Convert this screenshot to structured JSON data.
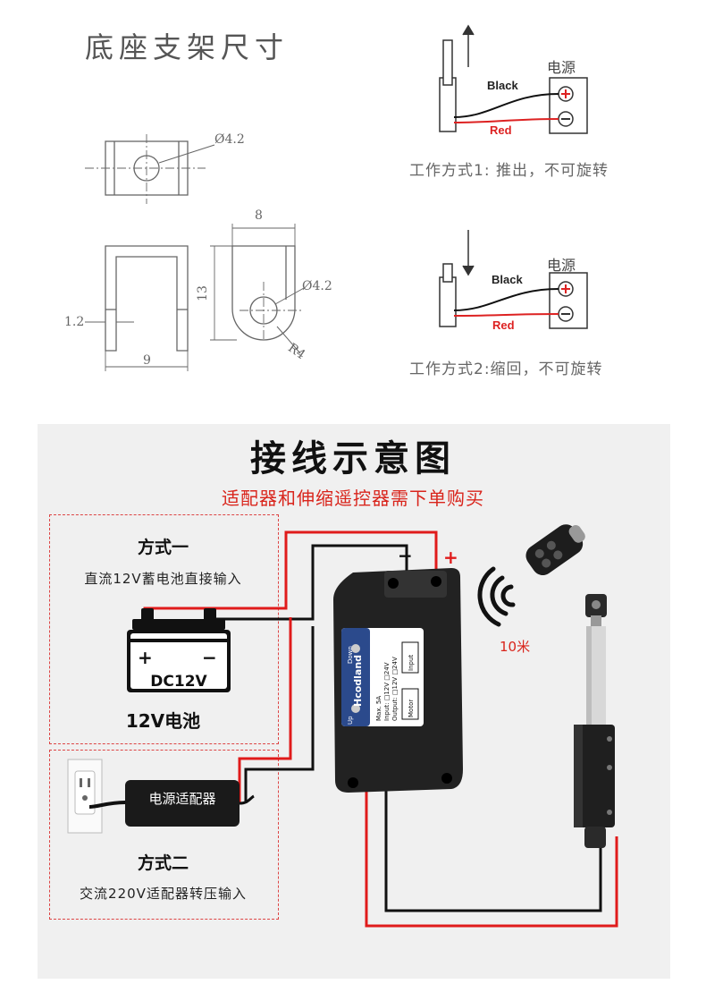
{
  "dimensions": {
    "title": "底座支架尺寸",
    "hole_diameter": "Ø4.2",
    "width_8": "8",
    "height_13": "13",
    "hole_diameter_side": "Ø4.2",
    "thickness": "1.2",
    "inner_width": "9",
    "radius": "R4"
  },
  "mode1": {
    "source_label": "电源",
    "black_label": "Black",
    "red_label": "Red",
    "caption": "工作方式1: 推出，不可旋转"
  },
  "mode2": {
    "source_label": "电源",
    "black_label": "Black",
    "red_label": "Red",
    "caption": "工作方式2:缩回，不可旋转"
  },
  "wiring": {
    "title": "接线示意图",
    "subtitle": "适配器和伸缩遥控器需下单购买",
    "option1_title": "方式一",
    "option1_desc": "直流12V蓄电池直接输入",
    "battery_text": "DC12V",
    "battery_caption": "12V电池",
    "option2_title": "方式二",
    "option2_desc": "交流220V适配器转压输入",
    "adapter_label": "电源适配器",
    "remote_range": "10米",
    "minus": "−",
    "plus": "+",
    "controller": {
      "brand": "Hcodland",
      "down": "Down",
      "up": "Up",
      "spec1": "Max. 5A",
      "spec2": "Input: □12V □24V",
      "spec3": "Output: □12V □24V",
      "input_port": "Input",
      "motor_port": "Motor"
    }
  },
  "colors": {
    "red_wire": "#e01b1b",
    "black_wire": "#111111",
    "accent_red": "#d9251c",
    "panel_bg": "#f0f0f0"
  }
}
